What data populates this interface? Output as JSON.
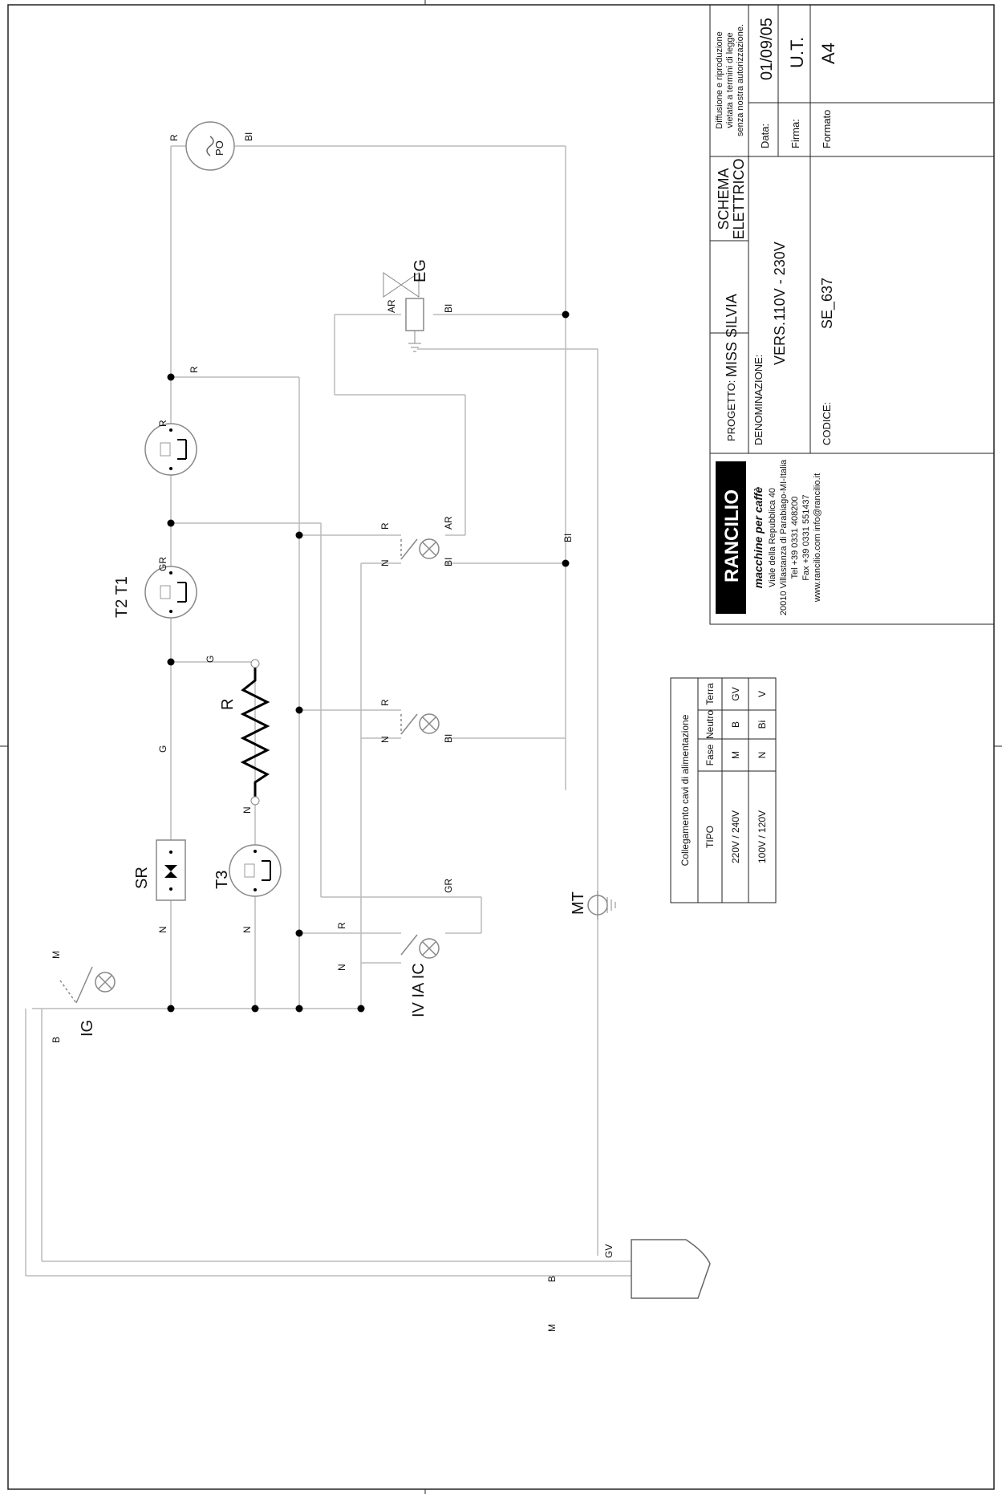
{
  "labels": {
    "R": "R",
    "N": "N",
    "G": "G",
    "GR": "GR",
    "AR": "AR",
    "BI": "BI",
    "Bi": "Bi",
    "B": "B",
    "M": "M",
    "GV": "GV",
    "V": "V",
    "T2T1": "T2 T1",
    "T3": "T3",
    "SR": "SR",
    "EG": "EG",
    "PO": "PO",
    "IG": "IG",
    "IVIAIC": "IV IA IC",
    "MT": "MT"
  },
  "power_table": {
    "title": "Collegamento cavi di alimentazione",
    "headers": [
      "TIPO",
      "Fase",
      "Neutro",
      "Terra"
    ],
    "rows": [
      [
        "220V / 240V",
        "M",
        "B",
        "GV"
      ],
      [
        "100V / 120V",
        "N",
        "Bi",
        "V"
      ]
    ]
  },
  "title_block": {
    "copyright": [
      "Diffusione e riproduzione",
      "vietata a termini di legge",
      "senza nostra autorizzazione."
    ],
    "data_label": "Data:",
    "data_value": "01/09/05",
    "firma_label": "Firma:",
    "firma_value": "U.T.",
    "formato_label": "Formato",
    "formato_value": "A4",
    "schema": [
      "SCHEMA",
      "ELETTRICO"
    ],
    "progetto_label": "PROGETTO:",
    "progetto_value": "MISS SILVIA",
    "denominazione_label": "DENOMINAZIONE:",
    "vers_label": "VERS.",
    "vers_value": "110V - 230V",
    "codice_label": "CODICE:",
    "codice_value": "SE_637",
    "brand": "RANCILIO",
    "tagline": "macchine per caffè",
    "address": [
      "Viale della Repubblica 40",
      "20010 Villastanza di Parabiago-MI-Italia",
      "Tel +39 0331 408200",
      "Fax +39 0331 551437",
      "www.rancilio.com   info@rancilio.it"
    ]
  }
}
